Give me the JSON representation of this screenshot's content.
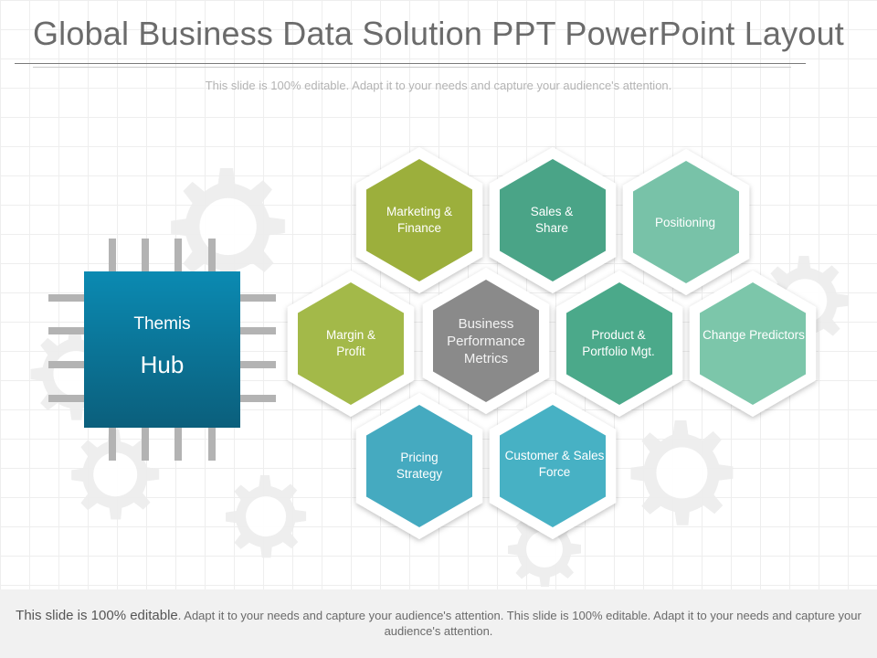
{
  "title": "Global Business Data Solution PPT PowerPoint Layout",
  "subtitle": "This slide is 100% editable. Adapt it to your needs and capture your audience's attention.",
  "chip": {
    "line1": "Themis",
    "line2": "Hub",
    "color": "#0f7fa4"
  },
  "hexagons": [
    {
      "label": "Marketing &\nFinance",
      "color": "#9caf3c"
    },
    {
      "label": "Sales &\nShare",
      "color": "#4aa487"
    },
    {
      "label": "Positioning",
      "color": "#78c2a8"
    },
    {
      "label": "Margin &\nProfit",
      "color": "#a3b949"
    },
    {
      "label": "Business\nPerformance\nMetrics",
      "color": "#8a8a8a"
    },
    {
      "label": "Product &\nPortfolio Mgt.",
      "color": "#4ba98a"
    },
    {
      "label": "Change Predictors",
      "color": "#7cc6aa"
    },
    {
      "label": "Pricing\nStrategy",
      "color": "#45aac0"
    },
    {
      "label": "Customer & Sales\nForce",
      "color": "#47b1c4"
    }
  ],
  "footer": {
    "lead": "This slide is 100% editable",
    "rest": ". Adapt it to your needs and capture your audience's attention. This slide is 100% editable. Adapt it to your needs and capture your audience's attention."
  }
}
